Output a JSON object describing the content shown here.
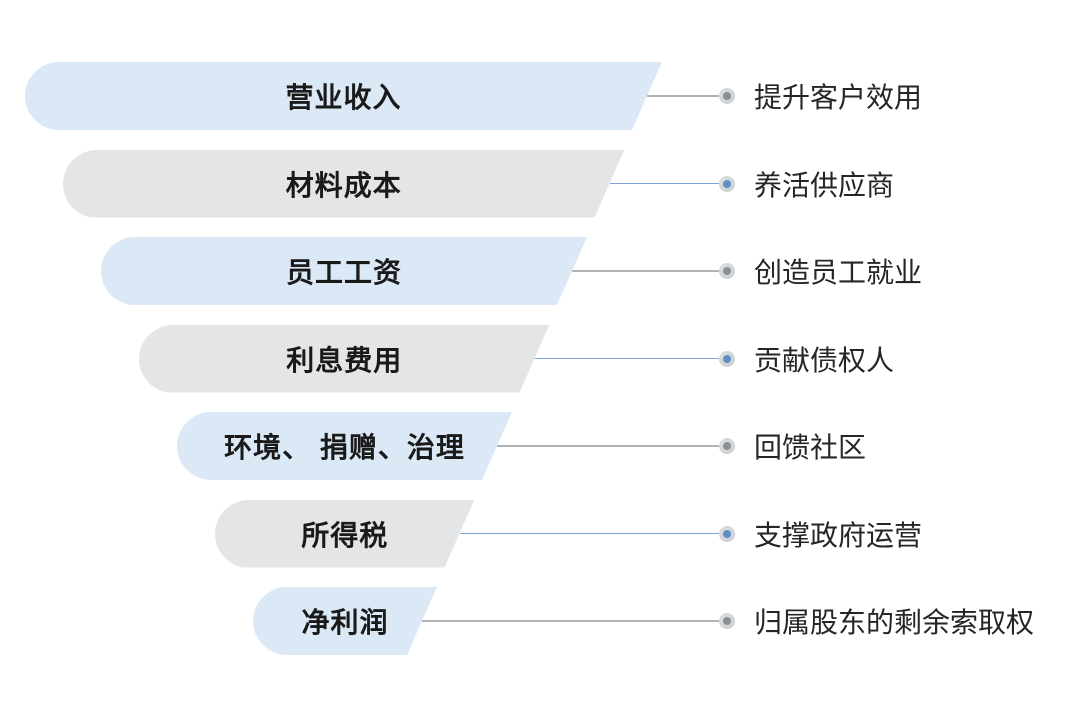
{
  "diagram": {
    "rows": [
      {
        "label": "营业收入",
        "annotation": "提升客户效用",
        "band": "blue",
        "accent": "gray"
      },
      {
        "label": "材料成本",
        "annotation": "养活供应商",
        "band": "gray",
        "accent": "blue"
      },
      {
        "label": "员工工资",
        "annotation": "创造员工就业",
        "band": "blue",
        "accent": "gray"
      },
      {
        "label": "利息费用",
        "annotation": "贡献债权人",
        "band": "gray",
        "accent": "blue"
      },
      {
        "label": "环境、 捐赠、治理",
        "annotation": "回馈社区",
        "band": "blue",
        "accent": "gray"
      },
      {
        "label": "所得税",
        "annotation": "支撑政府运营",
        "band": "gray",
        "accent": "blue"
      },
      {
        "label": "净利润",
        "annotation": "归属股东的剩余索取权",
        "band": "blue",
        "accent": "gray"
      }
    ],
    "colors": {
      "background": "#ffffff",
      "band_blue": "#dbe9f6",
      "band_gray": "#e3e5e7",
      "label_text": "#1a1a1a",
      "annotation_text": "#262626",
      "line_gray": "#b3b3b3",
      "line_blue": "#7aa3d4",
      "dot_outer": "#c9cccf",
      "dot_inner_gray": "#8a8f94",
      "dot_inner_blue": "#5d8fc7"
    }
  }
}
